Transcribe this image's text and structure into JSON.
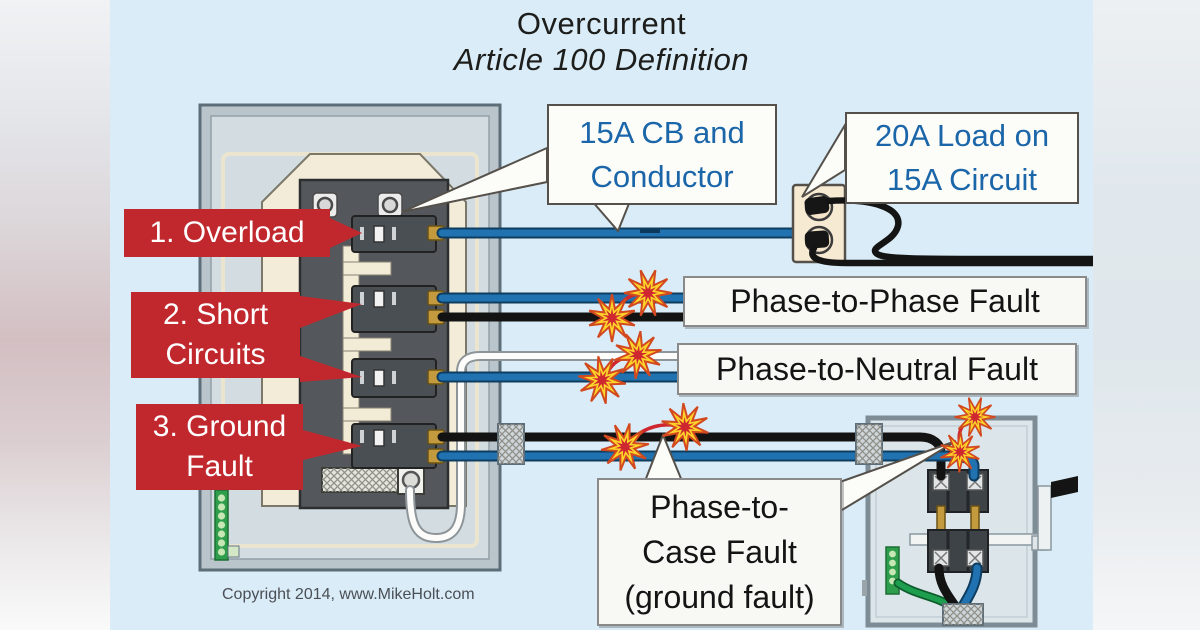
{
  "title": {
    "line1": "Overcurrent",
    "line2": "Article 100 Definition"
  },
  "steps": [
    "1. Overload",
    "2. Short\nCircuits",
    "3. Ground\nFault"
  ],
  "callouts": {
    "breaker": "15A CB and\nConductor",
    "load": "20A Load on\n15A Circuit"
  },
  "faults": [
    "Phase-to-Phase Fault",
    "Phase-to-Neutral Fault",
    "Phase-to-\nCase Fault\n(ground fault)"
  ],
  "copyright": "Copyright 2014, www.MikeHolt.com",
  "colors": {
    "background": "#d9ecf7",
    "label_red": "#c0282e",
    "callout_blue": "#1a66a9",
    "wire_blue": "#2172b0",
    "wire_black": "#141414",
    "wire_white": "#fcfcfa",
    "wire_green": "#1d9e4f",
    "spark_yellow": "#ffd42a",
    "spark_red": "#cf2730",
    "panel_gray": "#b9c4cb",
    "deadfront_cream": "#f3ecd8",
    "brass": "#c49a3f"
  }
}
